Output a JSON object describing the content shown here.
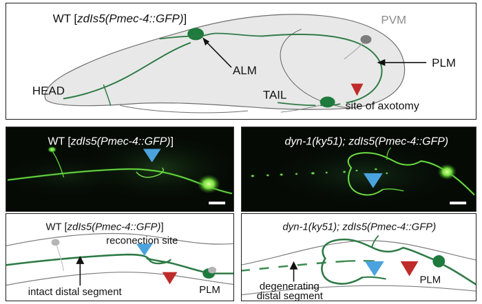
{
  "figure": {
    "title": "C. elegans PLM axotomy and regeneration schematic with fluorescence micrographs",
    "colors": {
      "axon_green": "#2d7a45",
      "soma_green": "#1f7a3d",
      "gfp_bright": "#6ee036",
      "gfp_mid": "#3fbf2e",
      "pvm_gray": "#8c8c8c",
      "red_arrowhead": "#bf2b28",
      "blue_arrowhead": "#4aa3df",
      "body_fill": "#e8e8e8",
      "body_outline": "#6e6e6e",
      "panel_border": "#1a1a1a",
      "micro_background": "#050a05",
      "text_black": "#111111",
      "text_white": "#ffffff"
    }
  },
  "panel_a": {
    "genotype_label": {
      "prefix": "WT [",
      "italic": "zdIs5(Pmec-4::GFP)",
      "suffix": "]"
    },
    "annotations": {
      "head": "HEAD",
      "tail": "TAIL",
      "alm": "ALM",
      "plm": "PLM",
      "pvm": "PVM",
      "axotomy": "site of axotomy"
    }
  },
  "panel_b_micrograph": {
    "genotype_label": {
      "prefix": "WT [",
      "italic": "zdIs5(Pmec-4::GFP)",
      "suffix": "]"
    },
    "markers": {
      "blue_arrowhead": "reconnection-site-marker",
      "scale_bar": "scale-bar"
    }
  },
  "panel_c_micrograph": {
    "genotype_label": {
      "prefix": "",
      "italic": "dyn-1(ky51); zdIs5(Pmec-4::GFP)",
      "suffix": ""
    },
    "markers": {
      "blue_arrowhead": "reconnection-site-marker",
      "scale_bar": "scale-bar"
    }
  },
  "panel_b_schematic": {
    "genotype_label": {
      "prefix": "WT [",
      "italic": "zdIs5(Pmec-4::GFP)",
      "suffix": "]"
    },
    "annotations": {
      "reconnection": "reconection site",
      "distal": "intact distal segment",
      "plm": "PLM"
    }
  },
  "panel_c_schematic": {
    "genotype_label": {
      "prefix": "",
      "italic": "dyn-1(ky51); zdIs5(Pmec-4::GFP)",
      "suffix": ""
    },
    "annotations": {
      "degenerating_line1": "degenerating",
      "degenerating_line2": "distal segment",
      "plm": "PLM"
    }
  }
}
